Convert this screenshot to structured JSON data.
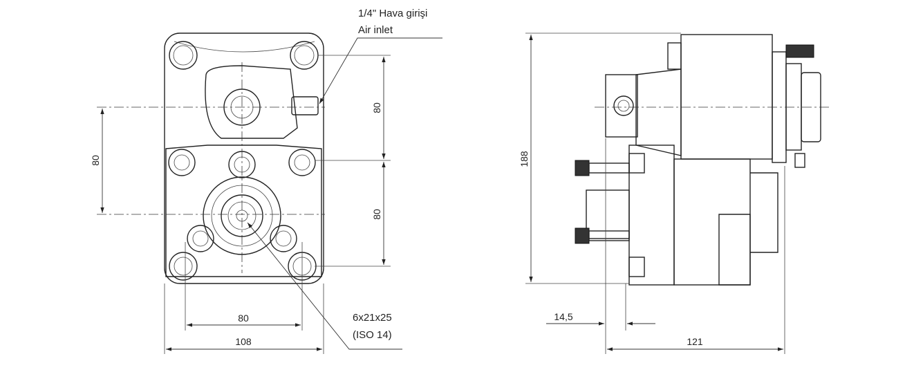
{
  "front_view": {
    "air_inlet_label_tr": "1/4\" Hava girişi",
    "air_inlet_label_en": "Air inlet",
    "dim_left_vertical": "80",
    "dim_right_upper": "80",
    "dim_right_lower": "80",
    "dim_bolt_spacing": "80",
    "dim_width": "108",
    "shaft_spec": "6x21x25",
    "shaft_standard": "(ISO 14)"
  },
  "side_view": {
    "dim_height": "188",
    "dim_flange_offset": "14,5",
    "dim_depth": "121"
  }
}
